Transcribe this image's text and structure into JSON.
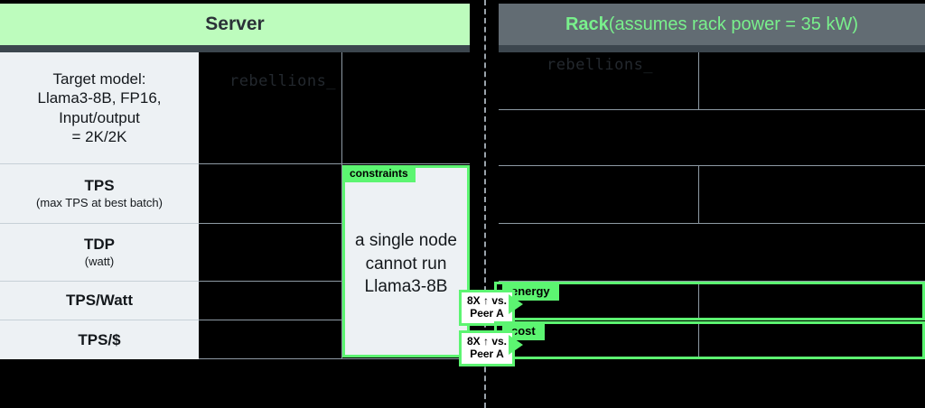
{
  "headers": {
    "server": "Server",
    "rack_bold": "Rack",
    "rack_rest": " (assumes rack power = 35 kW)"
  },
  "brand": {
    "logo_server": "rebellions_",
    "logo_rack": "rebellions_"
  },
  "rows": [
    {
      "id": "target-model",
      "main": "Target model:\nLlama3-8B, FP16,\nInput/output\n= 2K/2K",
      "sub": ""
    },
    {
      "id": "tps",
      "main": "TPS",
      "sub": "(max TPS at best batch)"
    },
    {
      "id": "tdp",
      "main": "TDP",
      "sub": "(watt)"
    },
    {
      "id": "tps-watt",
      "main": "TPS/Watt",
      "sub": ""
    },
    {
      "id": "tps-dollar",
      "main": "TPS/$",
      "sub": ""
    }
  ],
  "callouts": {
    "constraints_tab": "constraints",
    "constraints_text": "a single node cannot run Llama3-8B",
    "energy_tab": "energy",
    "cost_tab": "cost",
    "badge_energy": "8X ↑ vs. Peer A",
    "badge_cost": "8X ↑ vs. Peer A"
  },
  "colors": {
    "accent_green": "#5CF571",
    "header_green": "#BDFCBD",
    "header_gray": "#626C73",
    "panel_light": "#EDF1F4",
    "grid_line": "#8E9AA4",
    "background": "#000000"
  }
}
